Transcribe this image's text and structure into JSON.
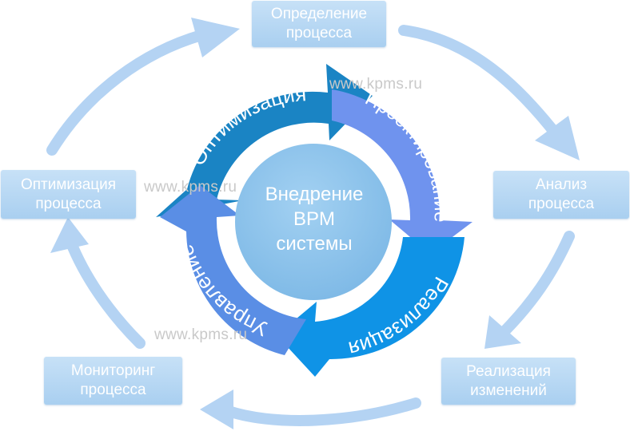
{
  "center": {
    "line1": "Внедрение",
    "line2": "BPM",
    "line3": "системы"
  },
  "inner_ring": {
    "segment_top_left": "Оптимизация",
    "segment_top_right": "Проектирование",
    "segment_bottom_right": "Реализация",
    "segment_bottom_left": "Управление"
  },
  "stages": {
    "definition": {
      "line1": "Определение",
      "line2": "процесса"
    },
    "analysis": {
      "line1": "Анализ",
      "line2": "процесса"
    },
    "implementation": {
      "line1": "Реализация",
      "line2": "изменений"
    },
    "monitoring": {
      "line1": "Мониторинг",
      "line2": "процесса"
    },
    "optimization": {
      "line1": "Оптимизация",
      "line2": "процесса"
    }
  },
  "watermarks": {
    "w1": "www.kpms.ru",
    "w2": "www.kpms.ru",
    "w3": "www.kpms.ru"
  },
  "colors": {
    "stage_box": "#b3d5f2",
    "outer_arrow": "#b4d3f3",
    "center_circle": "#8dc2ea",
    "segment_optimization": "#1a84c4",
    "segment_design": "#6f93ee",
    "segment_implementation": "#0f93e6",
    "segment_management": "#5a8ee5"
  }
}
